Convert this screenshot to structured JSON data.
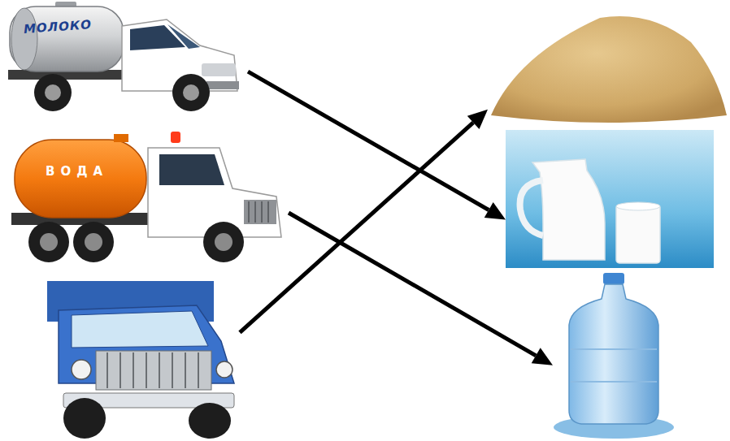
{
  "diagram": {
    "nodes": [
      {
        "text": [
          "МОЛОКО"
        ]
      },
      {
        "text": [
          "ВОДА"
        ]
      },
      {
        "text": []
      },
      {
        "text": []
      },
      {
        "text": []
      },
      {
        "text": []
      }
    ],
    "edges": [
      {
        "from": 0,
        "to": 4,
        "arrow": "to"
      },
      {
        "from": 1,
        "to": 5,
        "arrow": "to"
      },
      {
        "from": 2,
        "to": 3,
        "arrow": "to"
      }
    ]
  }
}
